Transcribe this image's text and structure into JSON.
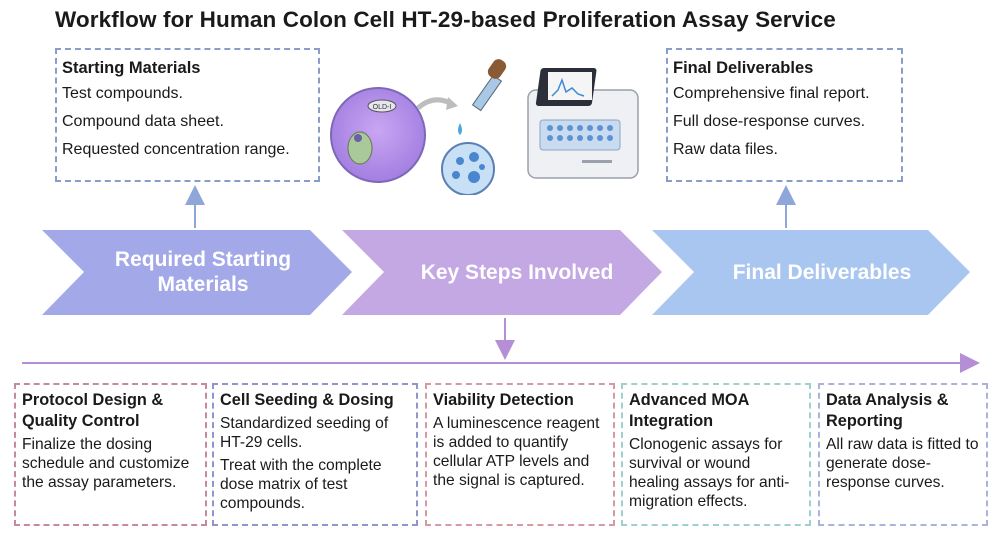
{
  "title": "Workflow for Human Colon Cell HT-29-based Proliferation Assay Service",
  "starting_box": {
    "heading": "Starting Materials",
    "items": [
      "Test compounds.",
      "Compound data sheet.",
      "Requested concentration range."
    ]
  },
  "final_box": {
    "heading": "Final Deliverables",
    "items": [
      "Comprehensive final report.",
      "Full dose-response curves.",
      "Raw data files."
    ]
  },
  "stages": [
    {
      "line1": "Required Starting",
      "line2": "Materials",
      "color": "#a3a9e8"
    },
    {
      "line1": "Key Steps Involved",
      "color": "#c4a8e4"
    },
    {
      "line1": "Final Deliverables",
      "color": "#a9c6f1"
    }
  ],
  "dish_label": "OLD-I",
  "steps": [
    {
      "heading": "Protocol Design & Quality Control",
      "texts": [
        "Finalize the dosing schedule and customize the assay parameters."
      ],
      "color": "#c78a9c"
    },
    {
      "heading": "Cell Seeding & Dosing",
      "texts": [
        "Standardized seeding of HT-29 cells.",
        "Treat with the complete dose matrix of test compounds."
      ],
      "color": "#8e96cf"
    },
    {
      "heading": "Viability Detection",
      "texts": [
        "A luminescence reagent is added to quantify cellular ATP levels and the signal is captured."
      ],
      "color": "#d59aa4"
    },
    {
      "heading": "Advanced MOA Integration",
      "texts": [
        "Clonogenic assays for survival or wound healing assays for anti-migration effects."
      ],
      "color": "#9fd0cf"
    },
    {
      "heading": "Data Analysis & Reporting",
      "texts": [
        "All raw data is fitted to generate dose-response curves."
      ],
      "color": "#a9b3dc"
    }
  ]
}
